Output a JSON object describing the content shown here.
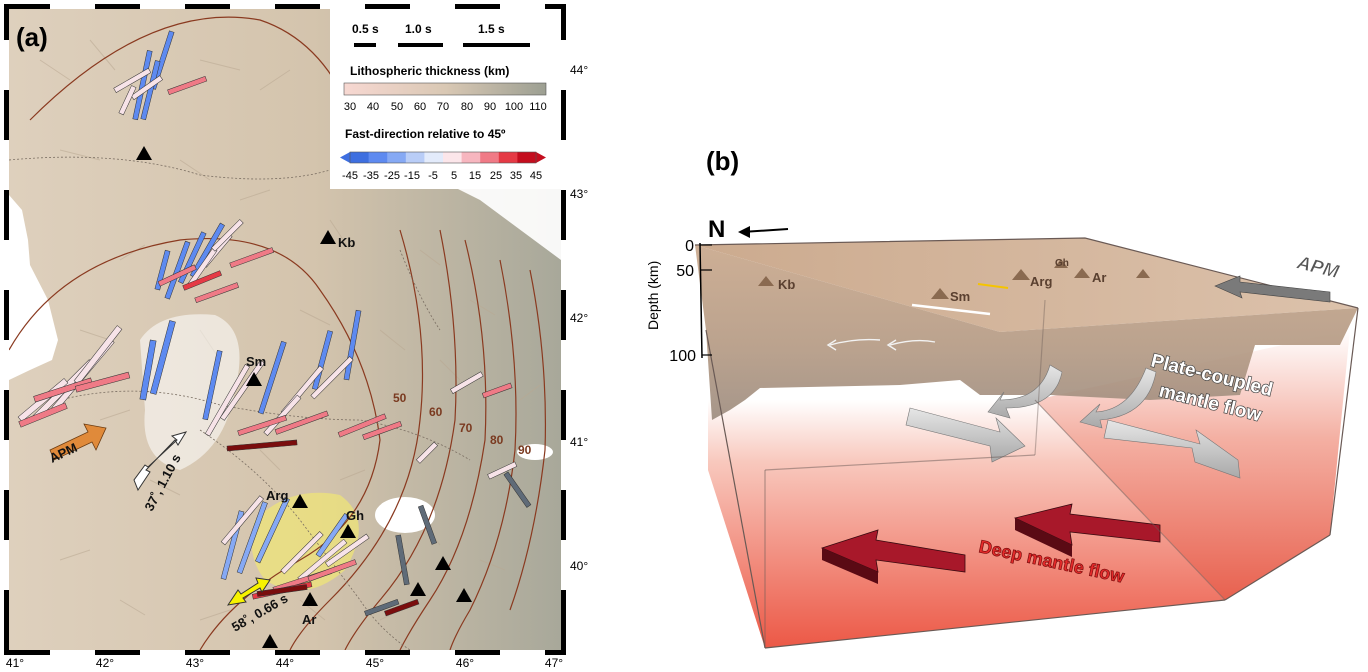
{
  "panel_a": {
    "label": "(a)",
    "scale": {
      "labels": [
        "0.5 s",
        "1.0 s",
        "1.5 s"
      ]
    },
    "litho": {
      "title": "Lithospheric thickness (km)",
      "ticks": [
        "30",
        "40",
        "50",
        "60",
        "70",
        "80",
        "90",
        "100",
        "110"
      ],
      "color_low": "#f5dcd6",
      "color_high": "#9c9f92"
    },
    "fastdir": {
      "title": "Fast-direction relative to 45º",
      "ticks": [
        "-45",
        "-35",
        "-25",
        "-15",
        "-5",
        "5",
        "15",
        "25",
        "35",
        "45"
      ],
      "colors": [
        "#3e6fe0",
        "#5e8af0",
        "#86a9f4",
        "#b9cdf7",
        "#e3ebfb",
        "#fce6ea",
        "#f7b6bf",
        "#f07a86",
        "#e53a45",
        "#c40d1e"
      ]
    },
    "lon_labels": [
      "41°",
      "42°",
      "43°",
      "44°",
      "45°",
      "46°",
      "47°"
    ],
    "lat_labels": [
      "44°",
      "43°",
      "42°",
      "41°",
      "40°"
    ],
    "contour_labels": [
      "50",
      "60",
      "70",
      "80",
      "90"
    ],
    "volcanoes": [
      "Kb",
      "Sm",
      "Arg",
      "Gh",
      "Ar"
    ],
    "apm_label": "APM",
    "white_arrow_label": "37˚, 1.10 s",
    "yellow_arrow_label": "58˚, 0.66 s"
  },
  "panel_b": {
    "label": "(b)",
    "north_label": "N",
    "depth_axis_label": "Depth (km)",
    "depth_ticks": [
      "0",
      "50",
      "100"
    ],
    "volcanoes": [
      "Kb",
      "Sm",
      "Arg",
      "Gh",
      "Ar"
    ],
    "apm_label": "APM",
    "plate_flow_label_1": "Plate-coupled",
    "plate_flow_label_2": "mantle flow",
    "deep_flow_label": "Deep mantle flow"
  },
  "colors": {
    "map_land": "#d8c9b6",
    "map_relief": "#c2b29e",
    "contour": "#8a3a20",
    "sea": "#ffffff",
    "lithosphere": "#c8a486",
    "deep_mantle": "#ee5a4a",
    "apm_arrow": "#e08a3a",
    "yellow_arrow": "#f7f200",
    "dark_red_bar": "#7a0d0d"
  }
}
